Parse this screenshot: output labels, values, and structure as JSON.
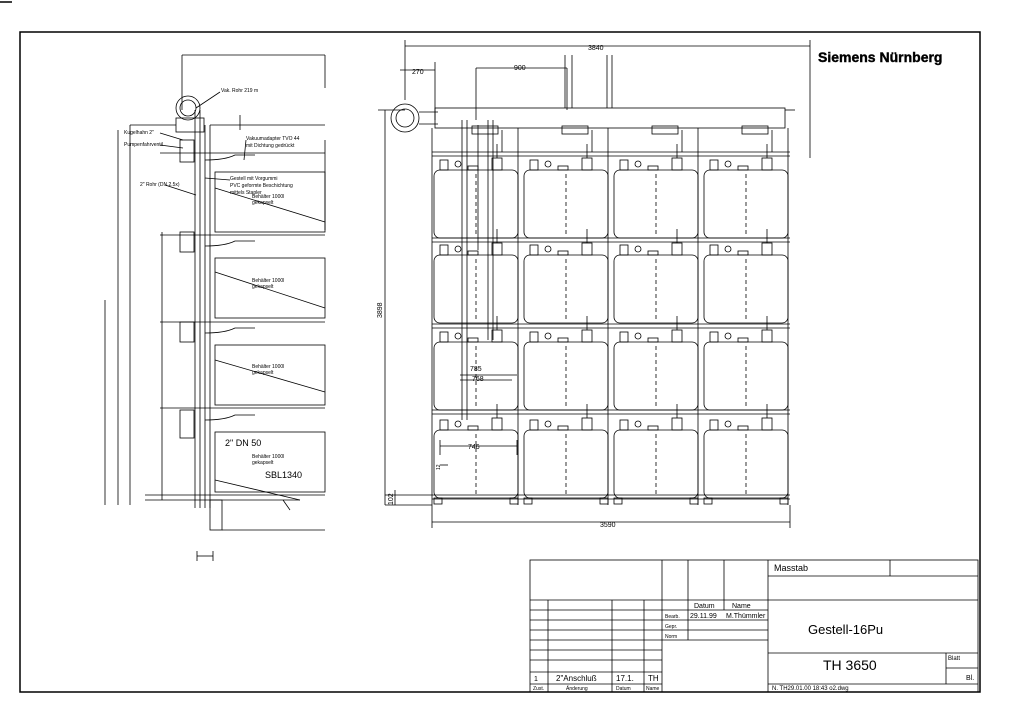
{
  "company": "Siemens Nürnberg",
  "title_block": {
    "scale_label": "Masstab",
    "drawing_name": "Gestell-16Pu",
    "drawing_number": "TH 3650",
    "sheet_label": "Blatt",
    "sheet_value": "Bl.",
    "col_date": "Datum",
    "col_name": "Name",
    "row_drawn": "Bearb.",
    "row_checked": "Gepr.",
    "row_norm": "Norm",
    "drawn_date": "29.11.99",
    "drawn_name": "M.Thümmler",
    "file_info": "N. TH29.01.00 18:43 o2.dwg"
  },
  "revision": {
    "index": "1",
    "description": "2\"Anschluß",
    "date": "17.1.",
    "name": "TH",
    "col_zust": "Zust.",
    "col_aend": "Änderung",
    "col_datum": "Datum",
    "col_name": "Name"
  },
  "dims": {
    "total_top": "3840",
    "left_offset": "270",
    "top_900": "900",
    "height": "3898",
    "bottom_width": "3590",
    "d785": "785",
    "d768": "768",
    "d746": "746",
    "d102": "102",
    "d12": "12"
  },
  "side_labels": {
    "pipe_top": "Vak. Rohr 219 m",
    "valve_label": "Kugelhahn 2\"",
    "pump_label": "Pumpenfahrventil",
    "adapter_note_1": "Vakuumadapter TVO 44",
    "adapter_note_2": "mit Dichtung gedrückt",
    "rack_note_1": "Gestell mit Vorgummi",
    "rack_note_2": "PVC geformte Beschichtung",
    "rack_note_3": "mittels Stapler",
    "pipe_2": "2\" Rohr (DN 2.5x)",
    "tank_note_a": "Behälter 1000l",
    "tank_note_b": "gekapselt",
    "dn50": "2\" DN 50",
    "tank_code": "SBL1340"
  }
}
